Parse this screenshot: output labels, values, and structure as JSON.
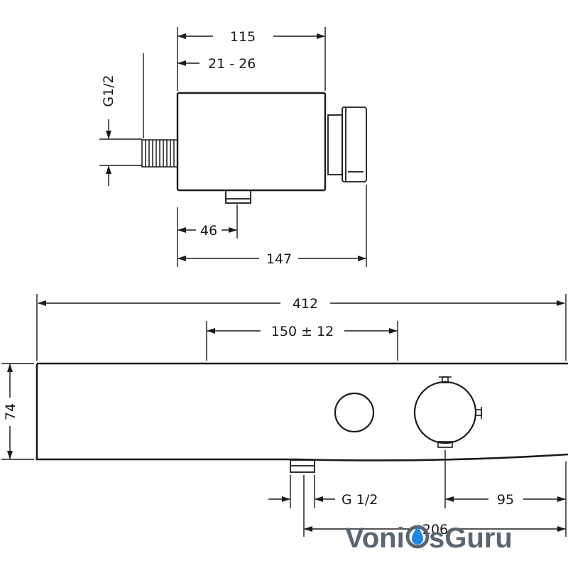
{
  "side_view": {
    "dims": {
      "width_top": "115",
      "offset": "21 - 26",
      "thread": "G1/2",
      "outlet_pos": "46",
      "depth_total": "147"
    }
  },
  "front_view": {
    "dims": {
      "length": "412",
      "spacing": "150 ± 12",
      "height": "74",
      "outlet_thread": "G 1/2",
      "handle_offset": "95",
      "outlet_to_end": "206"
    }
  },
  "watermark": {
    "text_left": "Voni",
    "text_right": "sGuru",
    "color": "#5a6570",
    "drop_color": "#1e88e5"
  }
}
